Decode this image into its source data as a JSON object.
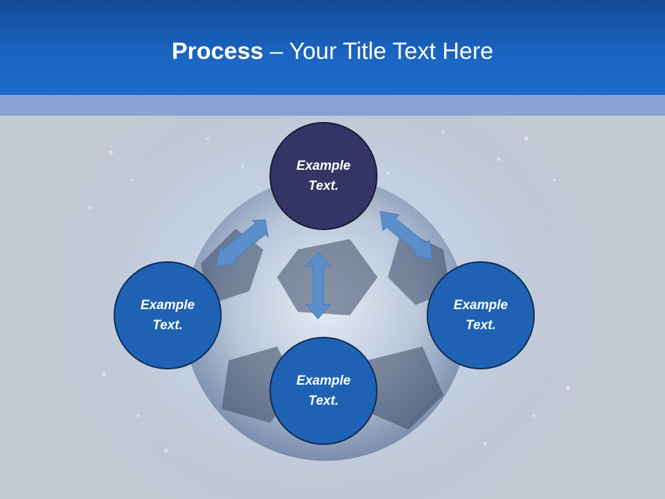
{
  "title": {
    "bold": "Process",
    "rest": " – Your Title Text Here"
  },
  "nodes": {
    "top": {
      "line1": "Example",
      "line2": "Text."
    },
    "left": {
      "line1": "Example",
      "line2": "Text."
    },
    "right": {
      "line1": "Example",
      "line2": "Text."
    },
    "bottom": {
      "line1": "Example",
      "line2": "Text."
    }
  },
  "colors": {
    "header": "#1b66c4",
    "node_primary": "#343564",
    "node_secondary": "#1f62b4",
    "arrow": "#5b8fcb"
  }
}
